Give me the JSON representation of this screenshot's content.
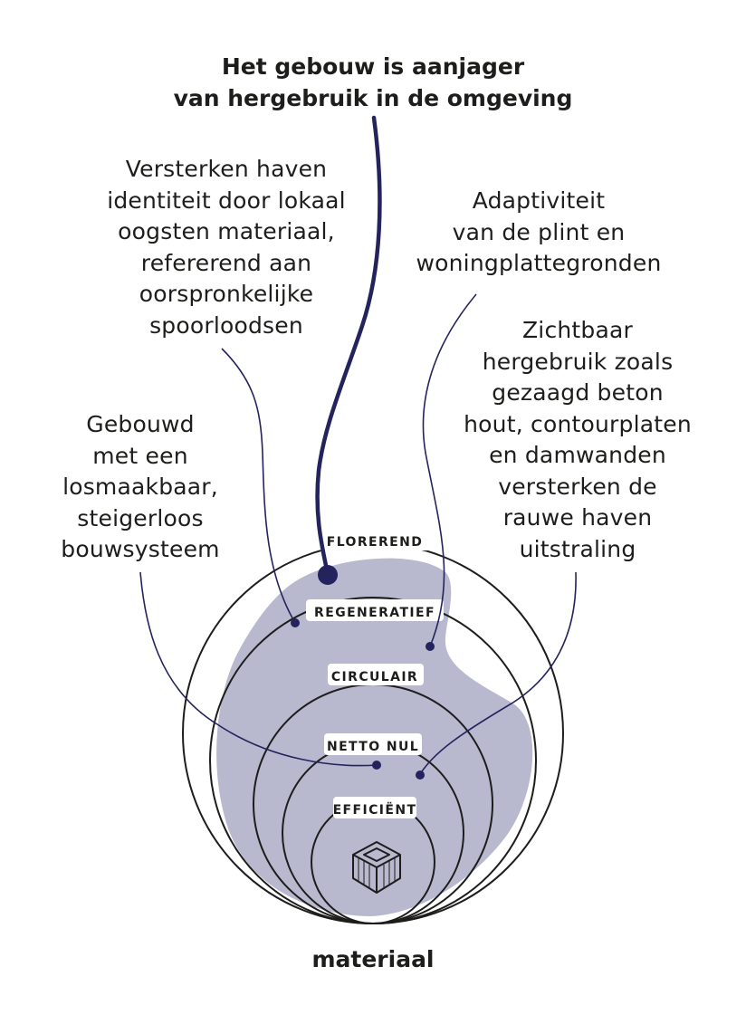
{
  "title": {
    "line1": "Het gebouw is aanjager",
    "line2": "van hergebruik in de omgeving"
  },
  "annotations": {
    "haven_identiteit": "Versterken haven\nidentiteit door lokaal\noogsten materiaal,\nrefererend aan\noorspronkelijke\nspoorloodsen",
    "adaptiviteit": "Adaptiviteit\nvan de plint en\nwoningplattegronden",
    "losmaakbaar": "Gebouwd\nmet een\nlosmaakbaar,\nsteigerloos\nbouwsysteem",
    "zichtbaar_hergebruik": "Zichtbaar\nhergebruik zoals\ngezaagd beton\nhout, contourplaten\nen damwanden\nversterken de\nrauwe haven\nuitstraling"
  },
  "rings": {
    "florerend": "FLOREREND",
    "regeneratief": "REGENERATIEF",
    "circulair": "CIRCULAIR",
    "netto_nul": "NETTO NUL",
    "efficient": "EFFICIËNT"
  },
  "base_label": "materiaal",
  "icons": {
    "center": "timber-crate-icon"
  },
  "colors": {
    "blob": "#b8b8cf",
    "accent_line": "#25235e",
    "ring_stroke": "#1d1d1b",
    "text": "#1d1d1b"
  }
}
